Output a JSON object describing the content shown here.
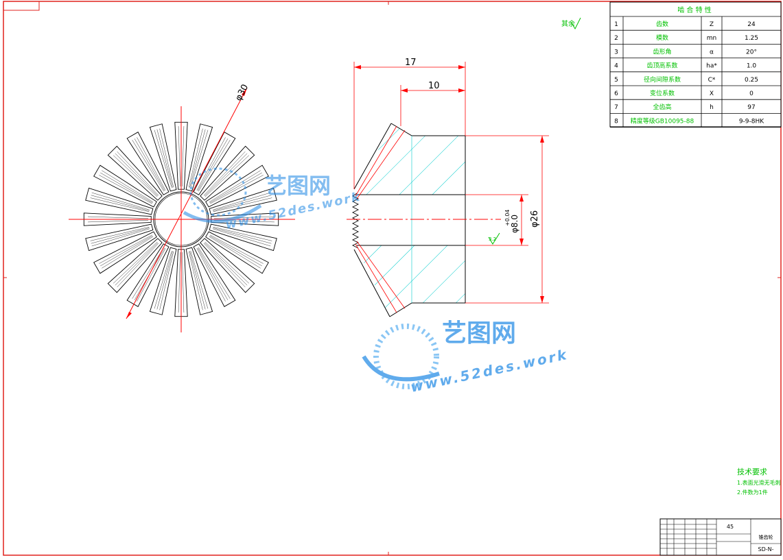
{
  "colors": {
    "frame": "#e0201c",
    "line": "#000000",
    "center": "#ff0000",
    "hatch": "#00cccc",
    "green": "#00c000",
    "watermark": "#1e88e5"
  },
  "dimensions": {
    "od30": "φ30",
    "len17": "17",
    "len10": "10",
    "dia26": "φ26",
    "bore": "φ8.0",
    "bore_tol": "+0.04",
    "rough_top": "其余",
    "rough_val": "3.2"
  },
  "table": {
    "title": "啮 合 特 性",
    "rows": [
      {
        "no": "1",
        "name": "齿数",
        "sym": "Z",
        "val": "24"
      },
      {
        "no": "2",
        "name": "模数",
        "sym": "mn",
        "val": "1.25"
      },
      {
        "no": "3",
        "name": "齿形角",
        "sym": "α",
        "val": "20°"
      },
      {
        "no": "4",
        "name": "齿顶高系数",
        "sym": "ha*",
        "val": "1.0"
      },
      {
        "no": "5",
        "name": "径向间隙系数",
        "sym": "C*",
        "val": "0.25"
      },
      {
        "no": "6",
        "name": "变位系数",
        "sym": "X",
        "val": "0"
      },
      {
        "no": "7",
        "name": "全齿高",
        "sym": "h",
        "val": "97"
      },
      {
        "no": "8",
        "name": "精度等级GB10095-88",
        "sym": "",
        "val": "9-9-8HK"
      }
    ]
  },
  "tech": {
    "title": "技术要求",
    "line1": "1.表面光滑无毛刺",
    "line2": "2.件数为1件"
  },
  "titleblock": {
    "material": "45",
    "part_name": "锥齿轮",
    "drawing_no": "SD-N-"
  },
  "watermark": {
    "brand": "艺图网",
    "url": "www.52des.work"
  }
}
